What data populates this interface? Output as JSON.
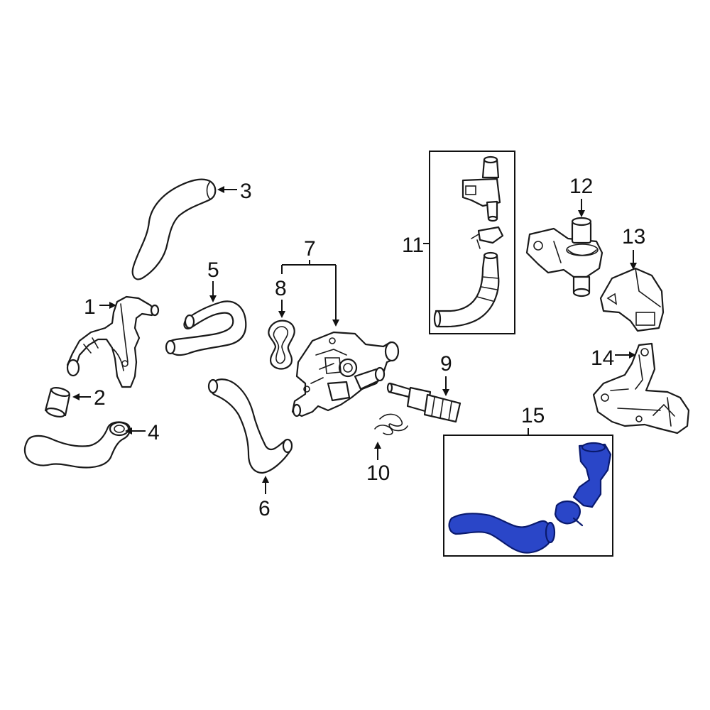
{
  "callouts": {
    "p1": "1",
    "p2": "2",
    "p3": "3",
    "p4": "4",
    "p5": "5",
    "p6": "6",
    "p7": "7",
    "p8": "8",
    "p9": "9",
    "p10": "10",
    "p11": "11",
    "p12": "12",
    "p13": "13",
    "p14": "14",
    "p15": "15"
  },
  "highlight_color": "#2a46c8",
  "part_stroke_color": "#1a1a1a"
}
